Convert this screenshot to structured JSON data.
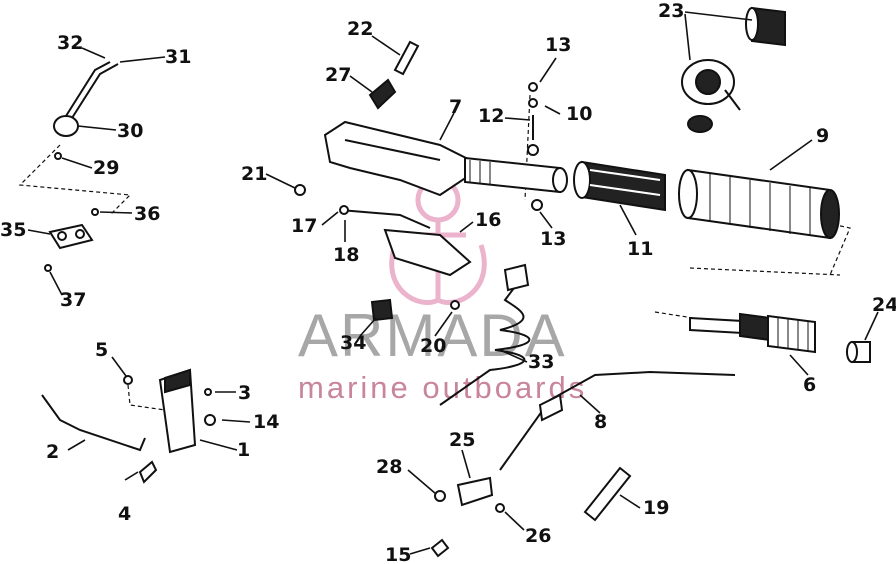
{
  "diagram": {
    "callouts": [
      {
        "key": "c1",
        "text": "1"
      },
      {
        "key": "c2",
        "text": "2"
      },
      {
        "key": "c3",
        "text": "3"
      },
      {
        "key": "c4",
        "text": "4"
      },
      {
        "key": "c5",
        "text": "5"
      },
      {
        "key": "c6",
        "text": "6"
      },
      {
        "key": "c7",
        "text": "7"
      },
      {
        "key": "c8",
        "text": "8"
      },
      {
        "key": "c9",
        "text": "9"
      },
      {
        "key": "c10",
        "text": "10"
      },
      {
        "key": "c11",
        "text": "11"
      },
      {
        "key": "c12",
        "text": "12"
      },
      {
        "key": "c13a",
        "text": "13"
      },
      {
        "key": "c13b",
        "text": "13"
      },
      {
        "key": "c14",
        "text": "14"
      },
      {
        "key": "c15",
        "text": "15"
      },
      {
        "key": "c16",
        "text": "16"
      },
      {
        "key": "c17",
        "text": "17"
      },
      {
        "key": "c18",
        "text": "18"
      },
      {
        "key": "c19",
        "text": "19"
      },
      {
        "key": "c20",
        "text": "20"
      },
      {
        "key": "c21",
        "text": "21"
      },
      {
        "key": "c22",
        "text": "22"
      },
      {
        "key": "c23",
        "text": "23"
      },
      {
        "key": "c24",
        "text": "24"
      },
      {
        "key": "c25",
        "text": "25"
      },
      {
        "key": "c26",
        "text": "26"
      },
      {
        "key": "c27",
        "text": "27"
      },
      {
        "key": "c28",
        "text": "28"
      },
      {
        "key": "c29",
        "text": "29"
      },
      {
        "key": "c30",
        "text": "30"
      },
      {
        "key": "c31",
        "text": "31"
      },
      {
        "key": "c32",
        "text": "32"
      },
      {
        "key": "c33",
        "text": "33"
      },
      {
        "key": "c34",
        "text": "34"
      },
      {
        "key": "c35",
        "text": "35"
      },
      {
        "key": "c36",
        "text": "36"
      },
      {
        "key": "c37",
        "text": "37"
      }
    ]
  },
  "watermark": {
    "brand": "ARMADA",
    "tagline": "marine outboards",
    "color": "#e8a6c4"
  }
}
